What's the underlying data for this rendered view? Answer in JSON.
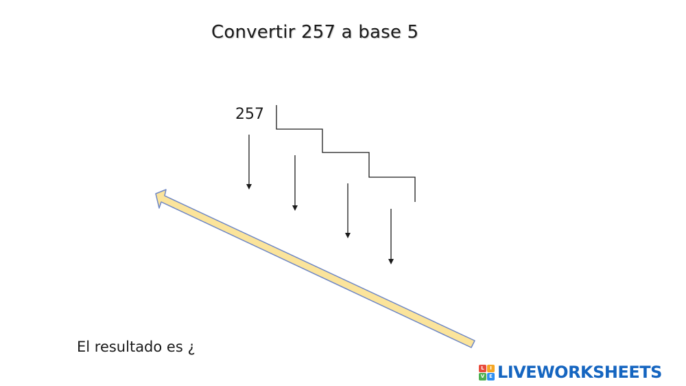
{
  "title": "Convertir 257 a base 5",
  "dividend": "257",
  "result_prompt": "El resultado es ¿",
  "brand": {
    "name": "LIVEWORKSHEETS",
    "logo_letters": [
      "L",
      "I",
      "V",
      "E"
    ],
    "logo_colors": [
      "#e84b3c",
      "#f5a623",
      "#4caf50",
      "#2d8ef0"
    ],
    "text_color": "#1565c0"
  },
  "colors": {
    "arrow_fill": "#fbe49b",
    "arrow_stroke": "#6d86c5",
    "line": "#1a1a1a"
  }
}
